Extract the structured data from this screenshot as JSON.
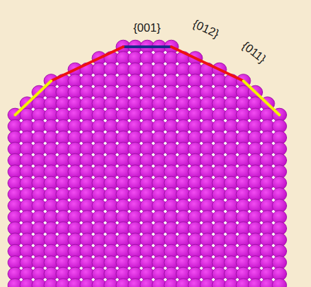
{
  "diagram": {
    "labels": [
      "{001}",
      "{012}",
      "{011}"
    ]
  }
}
